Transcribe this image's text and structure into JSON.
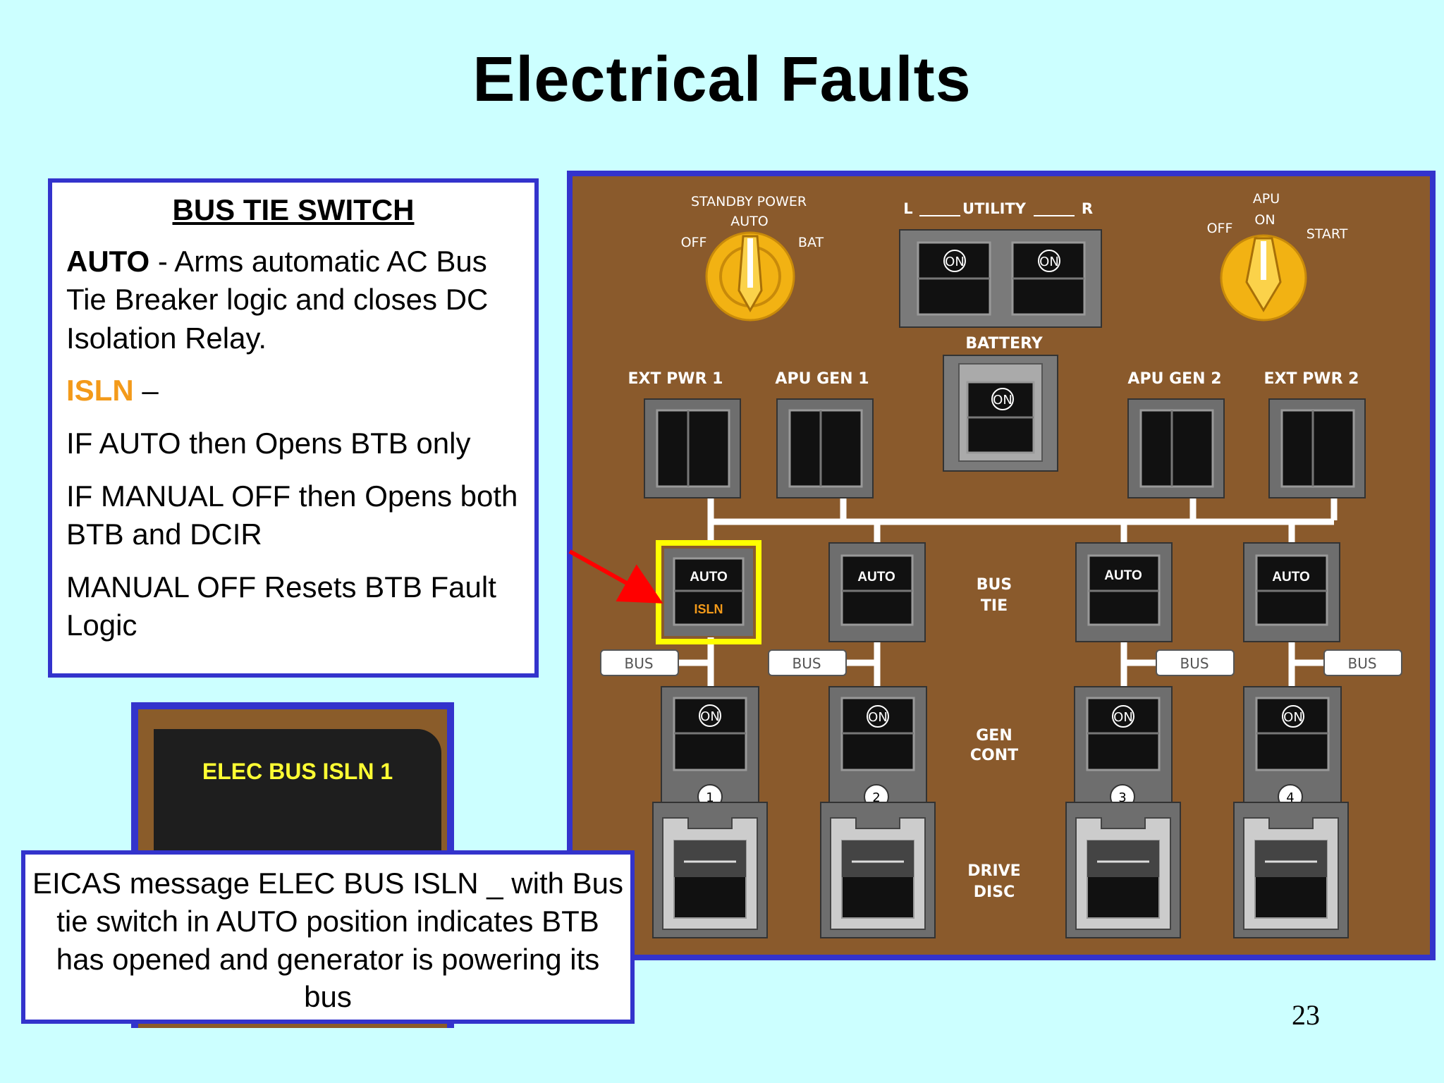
{
  "title": "Electrical Faults",
  "textbox": {
    "heading": "BUS TIE SWITCH",
    "auto_word": "AUTO",
    "auto_desc": " - Arms automatic AC Bus Tie Breaker logic and closes DC Isolation Relay.",
    "isln_word": "ISLN",
    "isln_dash": " –",
    "line1": "IF AUTO then Opens BTB only",
    "line2": "IF MANUAL OFF then Opens both BTB and DCIR",
    "line3": "MANUAL OFF Resets BTB Fault Logic"
  },
  "eicas_message": "ELEC BUS ISLN 1",
  "note": "EICAS message ELEC BUS ISLN _ with Bus tie switch in AUTO position indicates BTB has opened and generator is powering its bus",
  "page_number": "23",
  "panel": {
    "standby": {
      "title": "STANDBY POWER",
      "auto": "AUTO",
      "off": "OFF",
      "bat": "BAT"
    },
    "utility": {
      "l": "L",
      "title": "UTILITY",
      "r": "R",
      "on": "ON"
    },
    "apu": {
      "title": "APU",
      "on": "ON",
      "off": "OFF",
      "start": "START"
    },
    "battery": {
      "title": "BATTERY",
      "on": "ON"
    },
    "power_sources": [
      "EXT PWR 1",
      "APU GEN 1",
      "APU GEN 2",
      "EXT PWR 2"
    ],
    "bus_tie_label": [
      "BUS",
      "TIE"
    ],
    "bus_tie_auto": "AUTO",
    "bus_tie_isln": "ISLN",
    "bus_label": "BUS",
    "gen_cont_label": [
      "GEN",
      "CONT"
    ],
    "gen_on": "ON",
    "gen_numbers": [
      "1",
      "2",
      "3",
      "4"
    ],
    "drive_disc_label": [
      "DRIVE",
      "DISC"
    ]
  },
  "colors": {
    "background": "#ccffff",
    "frame": "#3333cc",
    "panel": "#8a5a2c",
    "highlight": "#ffff00",
    "isln": "#f39a1a",
    "arrow": "#ff0000"
  }
}
